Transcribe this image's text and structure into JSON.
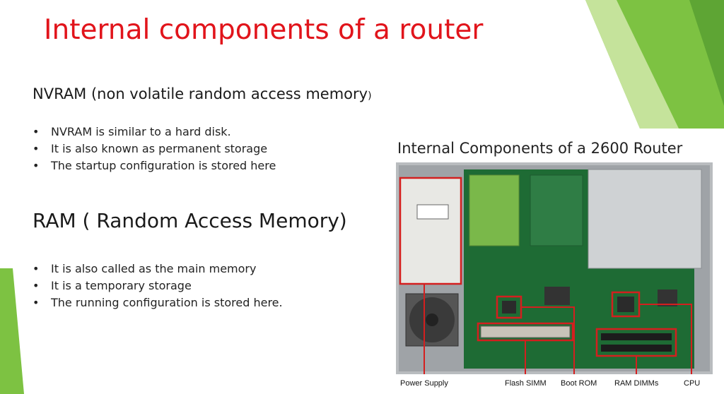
{
  "slide": {
    "title": "Internal components of a router",
    "nvram": {
      "heading": "NVRAM (non volatile random access memory",
      "heading_suffix": ")",
      "bullets": [
        "NVRAM is similar to a hard disk.",
        "It is also known as permanent storage",
        "The startup configuration is stored here"
      ]
    },
    "ram": {
      "heading": "RAM ( Random Access Memory)",
      "bullets": [
        "It is also called as the main memory",
        "It is a temporary storage",
        "The running configuration is stored here."
      ]
    },
    "figure": {
      "caption": "Internal Components of a 2600 Router",
      "labels": [
        "Power Supply",
        "Flash SIMM",
        "Boot ROM",
        "RAM DIMMs",
        "CPU"
      ]
    }
  },
  "colors": {
    "title": "#e1141b",
    "accent_green": "#7dc242",
    "highlight_box": "#d41f1f",
    "board_green": "#1e6b34"
  }
}
